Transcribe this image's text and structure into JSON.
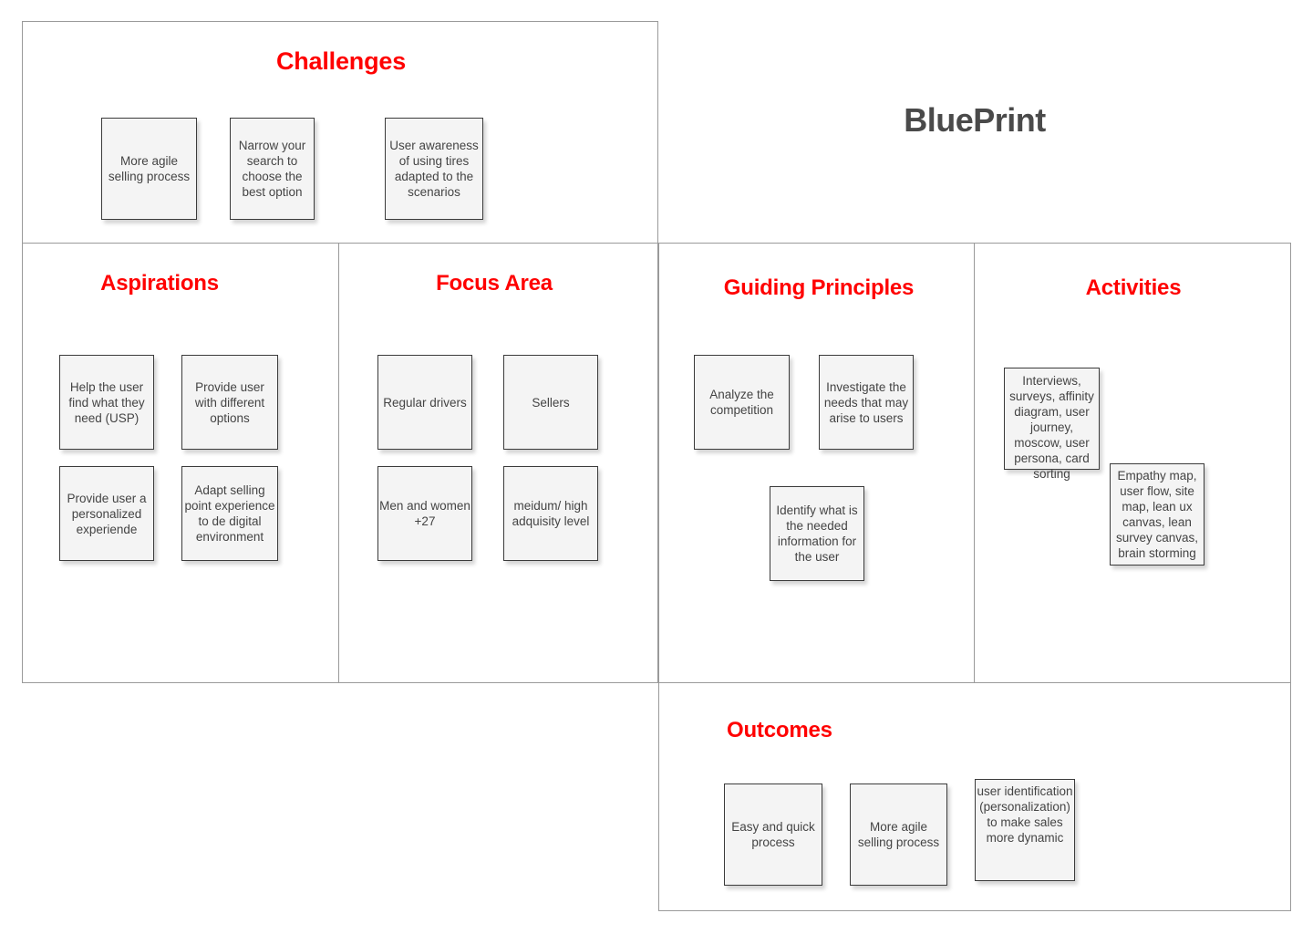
{
  "brand": {
    "title": "BluePrint"
  },
  "accent_colors": {
    "heading_red": "#FF0000",
    "brand_gray": "#4A4A4A",
    "card_fill": "#F4F4F4",
    "card_border": "#3B3B3B",
    "panel_border": "#9A9A9A"
  },
  "sections": {
    "challenges": {
      "title": "Challenges",
      "cards": [
        {
          "text": "More agile selling process"
        },
        {
          "text": "Narrow your search to choose the best option"
        },
        {
          "text": "User awareness of using tires adapted to the scenarios"
        }
      ]
    },
    "aspirations": {
      "title": "Aspirations",
      "cards": [
        {
          "text": "Help the user find what they need (USP)"
        },
        {
          "text": "Provide user with different options"
        },
        {
          "text": "Provide user a personalized experiende"
        },
        {
          "text": "Adapt selling point experience to de digital environment"
        }
      ]
    },
    "focus_area": {
      "title": "Focus Area",
      "cards": [
        {
          "text": "Regular drivers"
        },
        {
          "text": "Sellers"
        },
        {
          "text": "Men and women +27"
        },
        {
          "text": "meidum/ high adquisity level"
        }
      ]
    },
    "guiding_principles": {
      "title": "Guiding Principles",
      "cards": [
        {
          "text": "Analyze the competition"
        },
        {
          "text": "Investigate the needs that may arise to users"
        },
        {
          "text": "Identify what is the needed information for the user"
        }
      ]
    },
    "activities": {
      "title": "Activities",
      "cards": [
        {
          "text": "Interviews, surveys, affinity diagram, user journey, moscow, user persona, card sorting"
        },
        {
          "text": "Empathy map, user flow, site map, lean ux canvas, lean survey canvas, brain storming"
        }
      ]
    },
    "outcomes": {
      "title": "Outcomes",
      "cards": [
        {
          "text": "Easy and quick process"
        },
        {
          "text": "More agile selling process"
        },
        {
          "text": "user identification (personalization) to make sales more dynamic"
        }
      ]
    }
  }
}
